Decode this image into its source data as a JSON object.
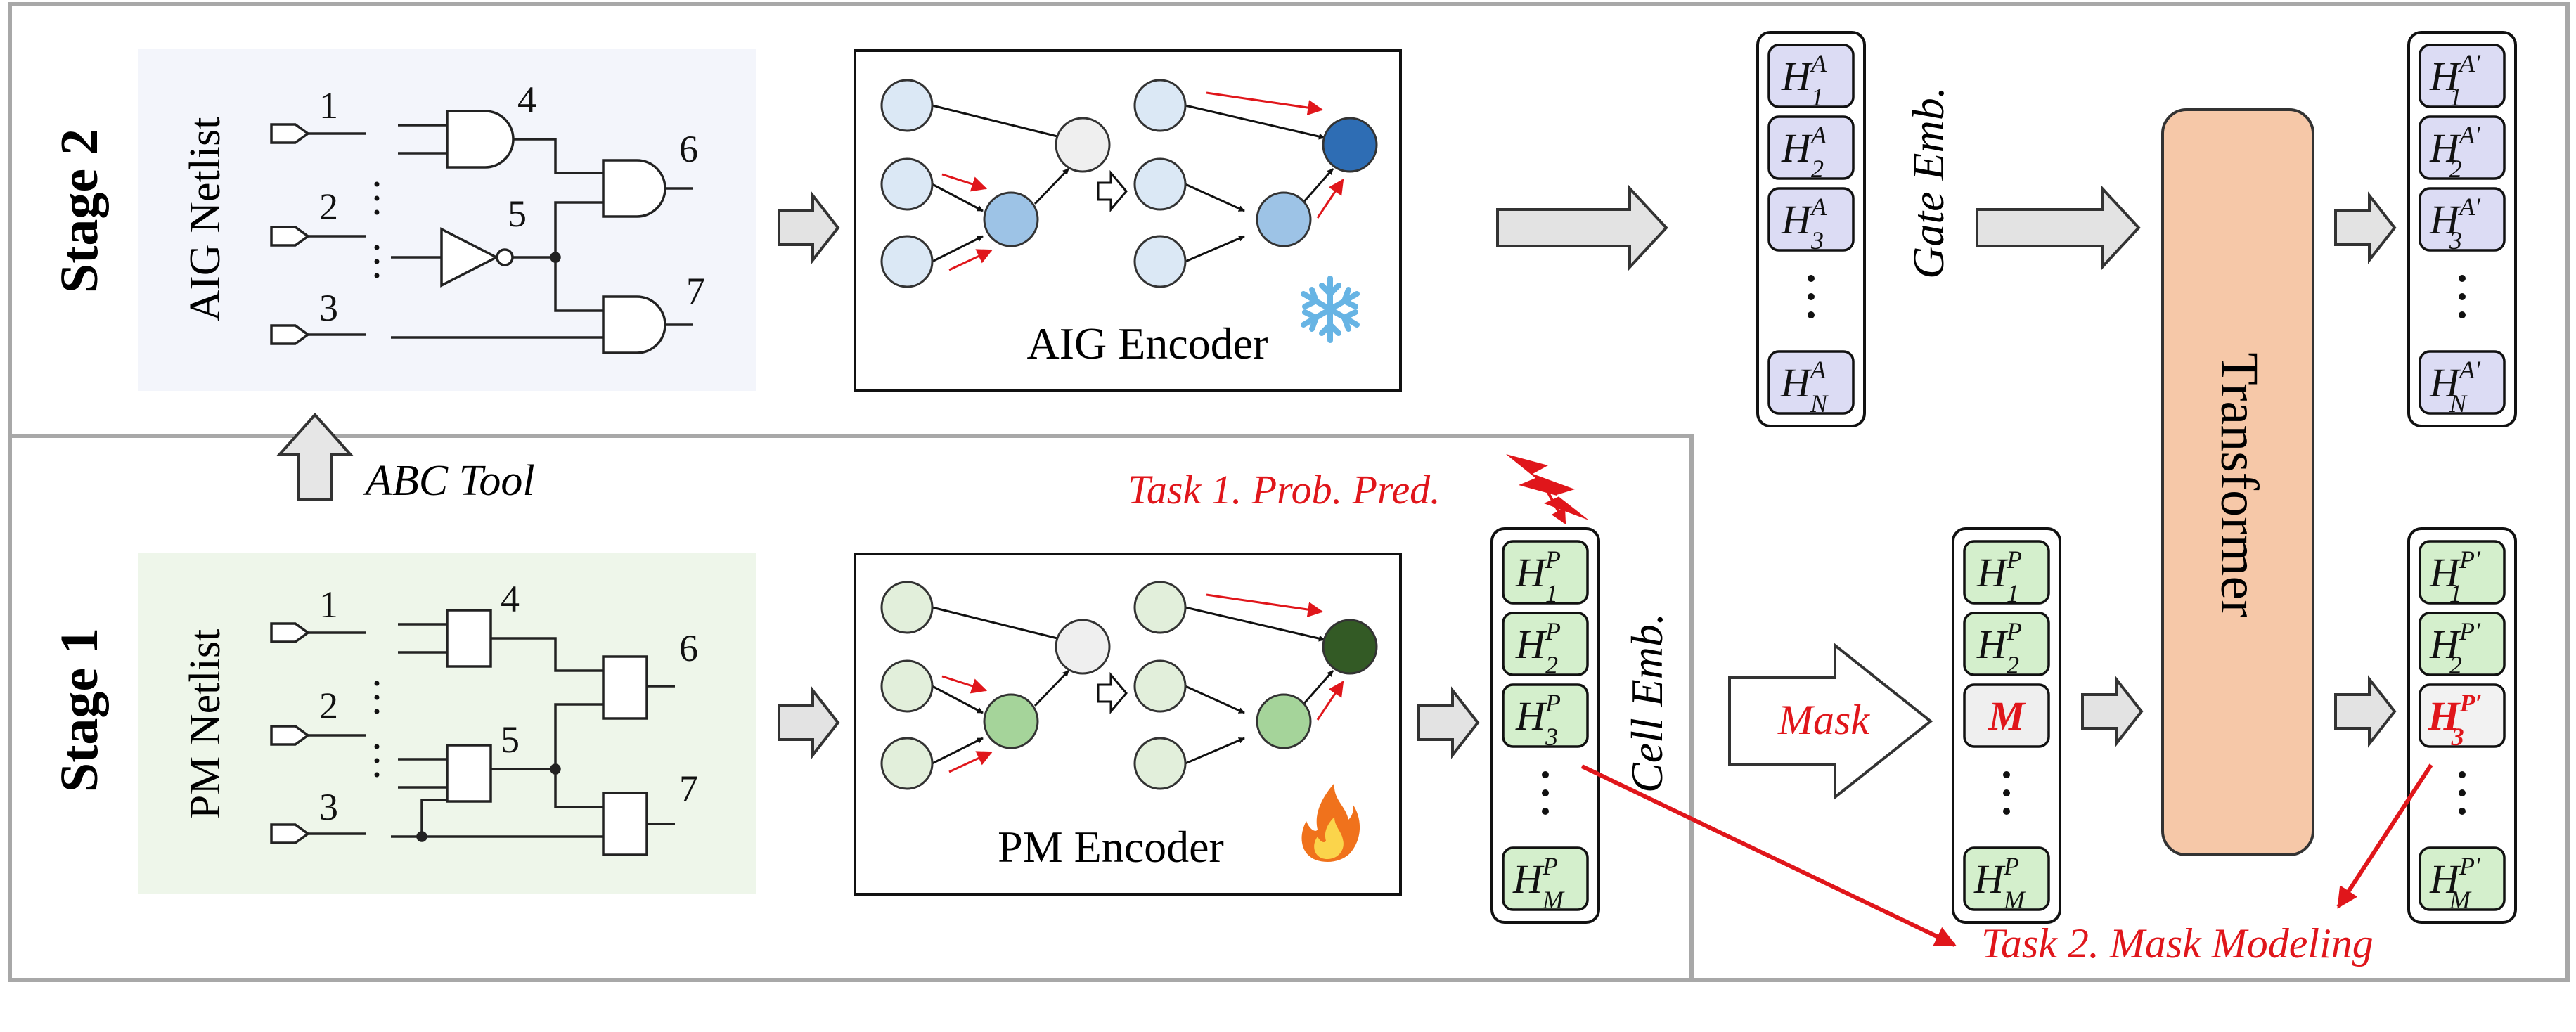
{
  "stage2": {
    "title": "Stage 2",
    "netlist_label": "AIG Netlist",
    "encoder_label": "AIG Encoder",
    "encoder_icon": "snowflake-icon",
    "gate_emb_label": "Gate Emb."
  },
  "stage1": {
    "title": "Stage 1",
    "netlist_label": "PM Netlist",
    "encoder_label": "PM Encoder",
    "encoder_icon": "fire-icon",
    "cell_emb_label": "Cell Emb."
  },
  "abc_tool_label": "ABC Tool",
  "netlist_nodes": {
    "inputs": [
      "1",
      "2",
      "3"
    ],
    "gates": [
      "4",
      "5",
      "6",
      "7"
    ]
  },
  "transformer": {
    "label": "Transformer",
    "icon": "fire-icon",
    "color": "#f6c8a8"
  },
  "mask": {
    "label": "Mask",
    "token": "M"
  },
  "tasks": {
    "task1": "Task 1. Prob. Pred.",
    "task2": "Task 2. Mask Modeling"
  },
  "embeddings": {
    "gate": [
      {
        "base": "H",
        "sub": "1",
        "sup": "A"
      },
      {
        "base": "H",
        "sub": "2",
        "sup": "A"
      },
      {
        "base": "H",
        "sub": "3",
        "sup": "A"
      },
      {
        "base": "H",
        "sub": "N",
        "sup": "A"
      }
    ],
    "gate_out": [
      {
        "base": "H",
        "sub": "1",
        "sup": "A′"
      },
      {
        "base": "H",
        "sub": "2",
        "sup": "A′"
      },
      {
        "base": "H",
        "sub": "3",
        "sup": "A′"
      },
      {
        "base": "H",
        "sub": "N",
        "sup": "A′"
      }
    ],
    "cell": [
      {
        "base": "H",
        "sub": "1",
        "sup": "P"
      },
      {
        "base": "H",
        "sub": "2",
        "sup": "P"
      },
      {
        "base": "H",
        "sub": "3",
        "sup": "P"
      },
      {
        "base": "H",
        "sub": "M",
        "sup": "P"
      }
    ],
    "masked": [
      {
        "base": "H",
        "sub": "1",
        "sup": "P"
      },
      {
        "base": "H",
        "sub": "2",
        "sup": "P"
      },
      {
        "base": "M",
        "sub": "",
        "sup": ""
      },
      {
        "base": "H",
        "sub": "M",
        "sup": "P"
      }
    ],
    "cell_out": [
      {
        "base": "H",
        "sub": "1",
        "sup": "P′"
      },
      {
        "base": "H",
        "sub": "2",
        "sup": "P′"
      },
      {
        "base": "H",
        "sub": "3",
        "sup": "P′"
      },
      {
        "base": "H",
        "sub": "M",
        "sup": "P′"
      }
    ]
  },
  "colors": {
    "gate_emb_fill": "#dcdcf4",
    "cell_emb_fill": "#d4efcc",
    "aig_panel": "#f3f5fb",
    "pm_panel": "#eef6ea",
    "aig_node_light": "#dbe8f5",
    "aig_node_mid": "#9dc3e6",
    "aig_node_dark": "#2e6db4",
    "pm_node_light": "#e2efdb",
    "pm_node_mid": "#a5d49a",
    "pm_node_dark": "#335a25",
    "task_red": "#e0161b"
  }
}
